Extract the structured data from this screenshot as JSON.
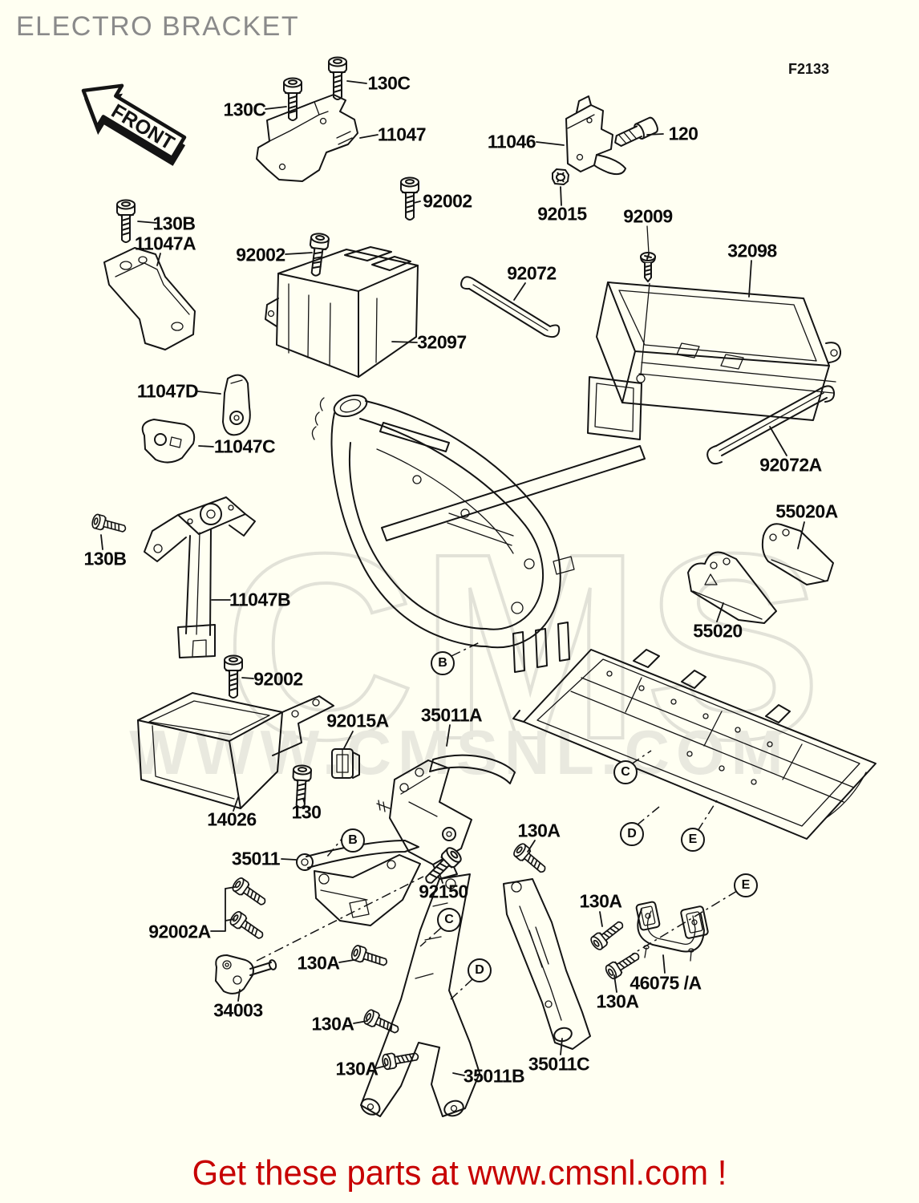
{
  "page": {
    "title": "ELECTRO BRACKET",
    "figure_code": "F2133",
    "front_arrow_text": "FRONT",
    "watermark_brand": "CMS",
    "watermark_url": "WWW.CMSNL.COM",
    "footer_text": "Get these parts at www.cmsnl.com !",
    "colors": {
      "background": "#fffff2",
      "line_black": "#141414",
      "title_gray": "#8a8a8a",
      "watermark_gray": "#e2e2d8",
      "footer_red": "#c70000"
    }
  },
  "diagram": {
    "part_labels": [
      {
        "text": "130C"
      },
      {
        "text": "130C"
      },
      {
        "text": "11047"
      },
      {
        "text": "11046"
      },
      {
        "text": "120"
      },
      {
        "text": "92002"
      },
      {
        "text": "92015"
      },
      {
        "text": "92009"
      },
      {
        "text": "32098"
      },
      {
        "text": "130B"
      },
      {
        "text": "11047A"
      },
      {
        "text": "92002"
      },
      {
        "text": "92072"
      },
      {
        "text": "32097"
      },
      {
        "text": "11047D"
      },
      {
        "text": "11047C"
      },
      {
        "text": "92072A"
      },
      {
        "text": "55020A"
      },
      {
        "text": "130B"
      },
      {
        "text": "11047B"
      },
      {
        "text": "55020"
      },
      {
        "text": "92002"
      },
      {
        "text": "92015A"
      },
      {
        "text": "35011A"
      },
      {
        "text": "14026"
      },
      {
        "text": "130"
      },
      {
        "text": "35011"
      },
      {
        "text": "92150"
      },
      {
        "text": "130A"
      },
      {
        "text": "92002A"
      },
      {
        "text": "130A"
      },
      {
        "text": "34003"
      },
      {
        "text": "130A"
      },
      {
        "text": "46075 /A"
      },
      {
        "text": "130A"
      },
      {
        "text": "130A"
      },
      {
        "text": "130A"
      },
      {
        "text": "35011B"
      },
      {
        "text": "35011C"
      }
    ],
    "callout_markers": [
      {
        "letter": "B"
      },
      {
        "letter": "B"
      },
      {
        "letter": "C"
      },
      {
        "letter": "C"
      },
      {
        "letter": "D"
      },
      {
        "letter": "D"
      },
      {
        "letter": "E"
      },
      {
        "letter": "E"
      }
    ]
  }
}
